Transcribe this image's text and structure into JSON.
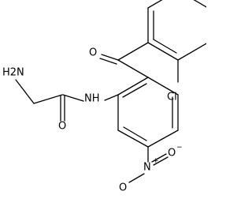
{
  "molecule": {
    "atoms": {
      "amine": "H2N",
      "amide_nh": "NH",
      "amide_o": "O",
      "ketone_o": "O",
      "chloro": "Cl",
      "nitro_n": "N",
      "nitro_n_charge": "+",
      "nitro_o_top": "O",
      "nitro_o_bottom": "O",
      "nitro_o_charge": "−"
    }
  }
}
